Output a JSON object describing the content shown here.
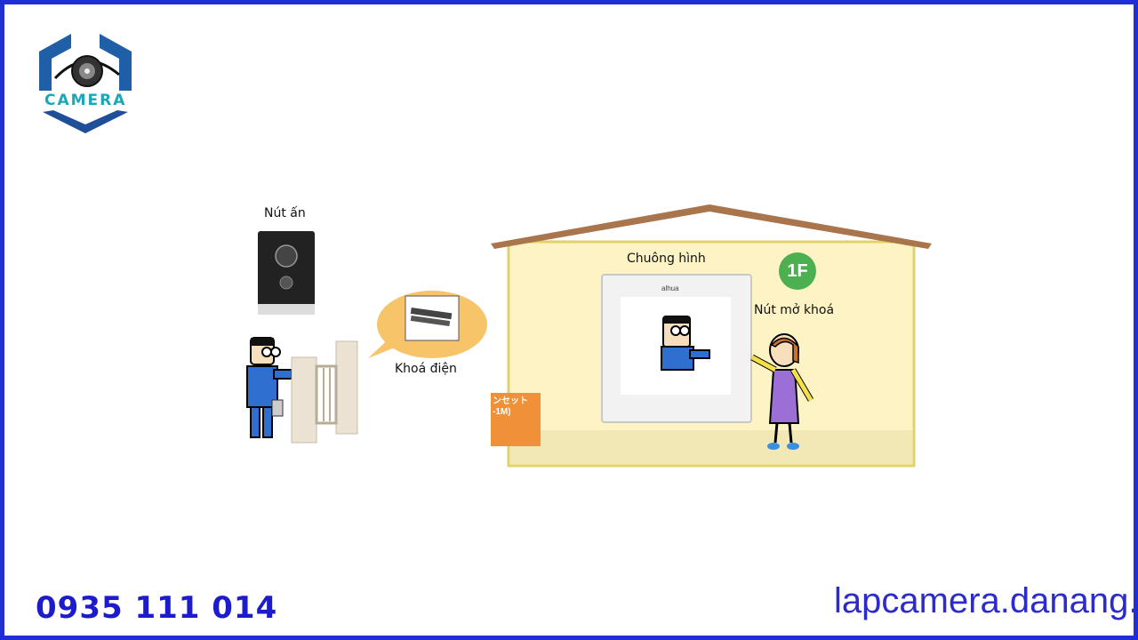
{
  "brand": {
    "logo_text": "CAMERA",
    "phone": "0935 111 014",
    "website": "lapcamera.danang.vn",
    "border_color": "#1f2fd8"
  },
  "diagram": {
    "door_station_label": "Nút ấn",
    "electric_lock_label": "Khoá điện",
    "monitor_label": "Chuông hình",
    "unlock_button_label": "Nút mở khoá",
    "floor_badge": "1F",
    "orange_box_line1": "ンセット",
    "orange_box_line2": "-1M)",
    "monitor_brand": "alhua"
  }
}
